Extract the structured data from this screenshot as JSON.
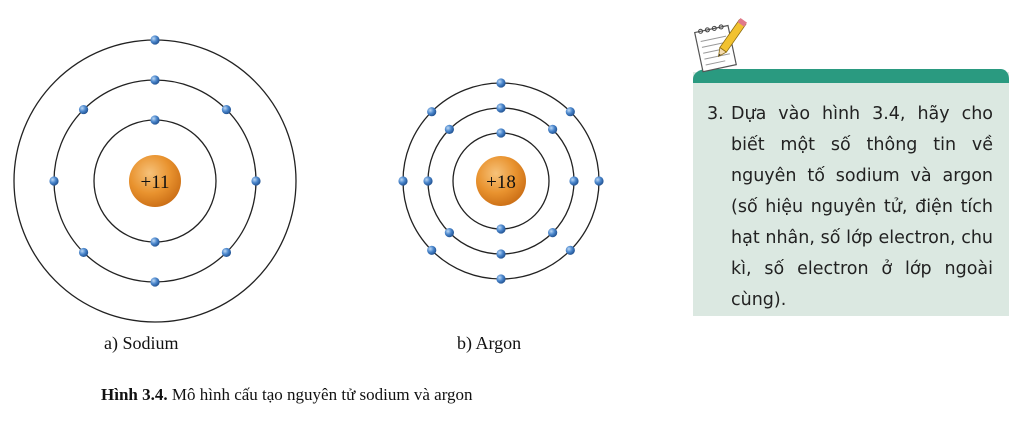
{
  "atoms": [
    {
      "id": "sodium",
      "nucleus_label": "+11",
      "caption": "a) Sodium",
      "shells": [
        {
          "electrons": 2,
          "start_angle_deg": 90
        },
        {
          "electrons": 8,
          "start_angle_deg": 90
        },
        {
          "electrons": 1,
          "start_angle_deg": 90
        }
      ]
    },
    {
      "id": "argon",
      "nucleus_label": "+18",
      "caption": "b) Argon",
      "shells": [
        {
          "electrons": 2,
          "start_angle_deg": 90
        },
        {
          "electrons": 8,
          "start_angle_deg": 90
        },
        {
          "electrons": 8,
          "start_angle_deg": 90
        }
      ]
    }
  ],
  "figure_caption": {
    "bold": "Hình 3.4.",
    "text": " Mô hình cấu tạo nguyên tử sodium và argon"
  },
  "question": {
    "number": "3.",
    "text": "Dựa vào hình 3.4, hãy cho biết một số thông tin về nguyên tố sodium và argon (số hiệu nguyên tử, điện tích hạt nhân, số lớp electron, chu kì, số electron ở lớp ngoài cùng)."
  },
  "colors": {
    "orbit": "#222222",
    "electron": "#3a78c0",
    "nucleus_inner": "#f3b060",
    "nucleus_outer": "#d9791e",
    "card_bg": "#dbe8e1",
    "card_bar": "#2a9a80"
  },
  "icons": [
    "notepad-pencil-icon"
  ]
}
